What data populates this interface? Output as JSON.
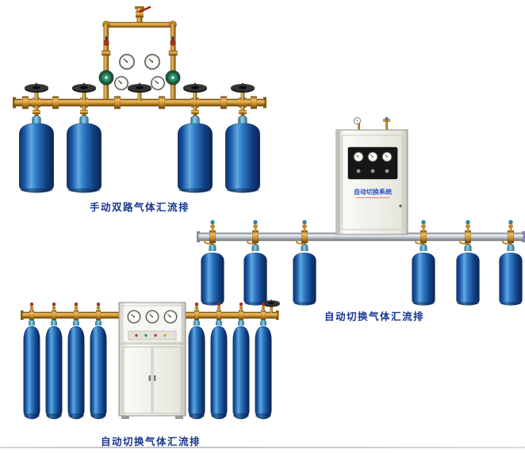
{
  "page": {
    "background": "#ffffff",
    "bottom_rule_color": "#c9c9c9"
  },
  "colors": {
    "caption_text": "#17358e",
    "cabinet_label_text": "#2653c2",
    "cylinder_highlight": "#5fa8e0",
    "cylinder_dark": "#0a2550",
    "brass": "#c8912e",
    "aluminum_pipe": "#b4bcc3",
    "cap_teal": "#8ed2e6",
    "cabinet_body": "#efefe8"
  },
  "products": [
    {
      "caption": "手动双路气体汇流排",
      "type": "manual-dual-gas-manifold",
      "cylinders": 4
    },
    {
      "caption": "自动切换气体汇流排",
      "type": "auto-switch-gas-manifold-wall-cabinet",
      "cylinders": 6,
      "cabinet_label": "自动切换系统"
    },
    {
      "caption": "自动切换气体汇流排",
      "type": "auto-switch-gas-manifold-floor-cabinet",
      "cylinders": 8
    }
  ]
}
